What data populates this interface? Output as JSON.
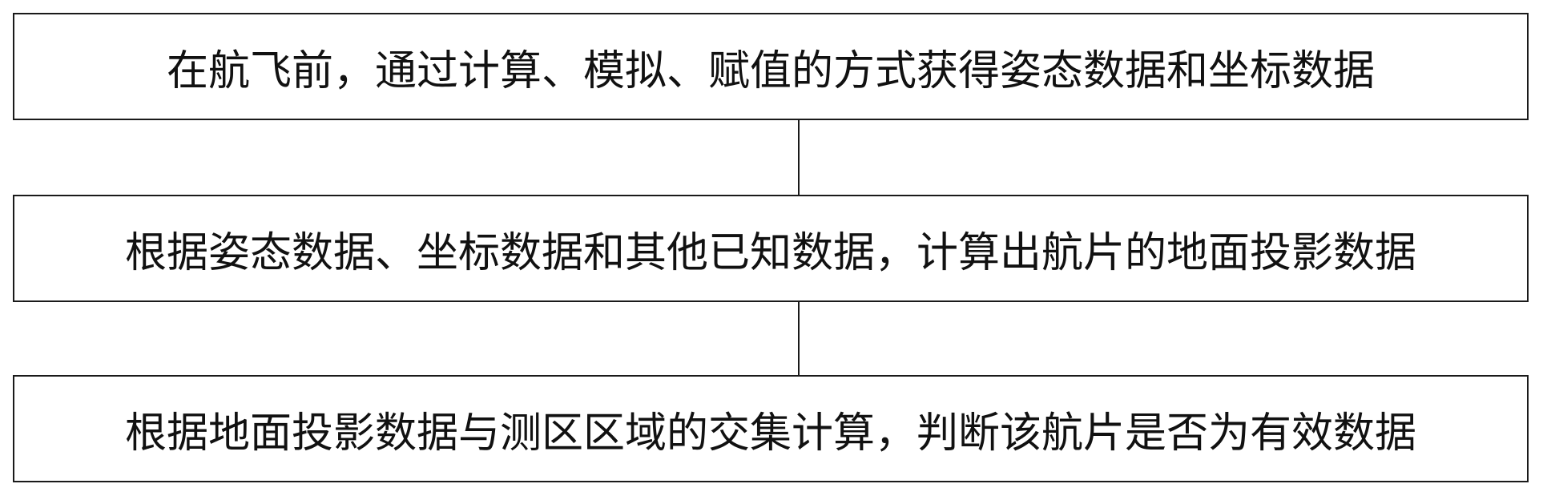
{
  "flowchart": {
    "steps": [
      {
        "label": "在航飞前，通过计算、模拟、赋值的方式获得姿态数据和坐标数据"
      },
      {
        "label": "根据姿态数据、坐标数据和其他已知数据，计算出航片的地面投影数据"
      },
      {
        "label": "根据地面投影数据与测区区域的交集计算，判断该航片是否为有效数据"
      }
    ]
  }
}
